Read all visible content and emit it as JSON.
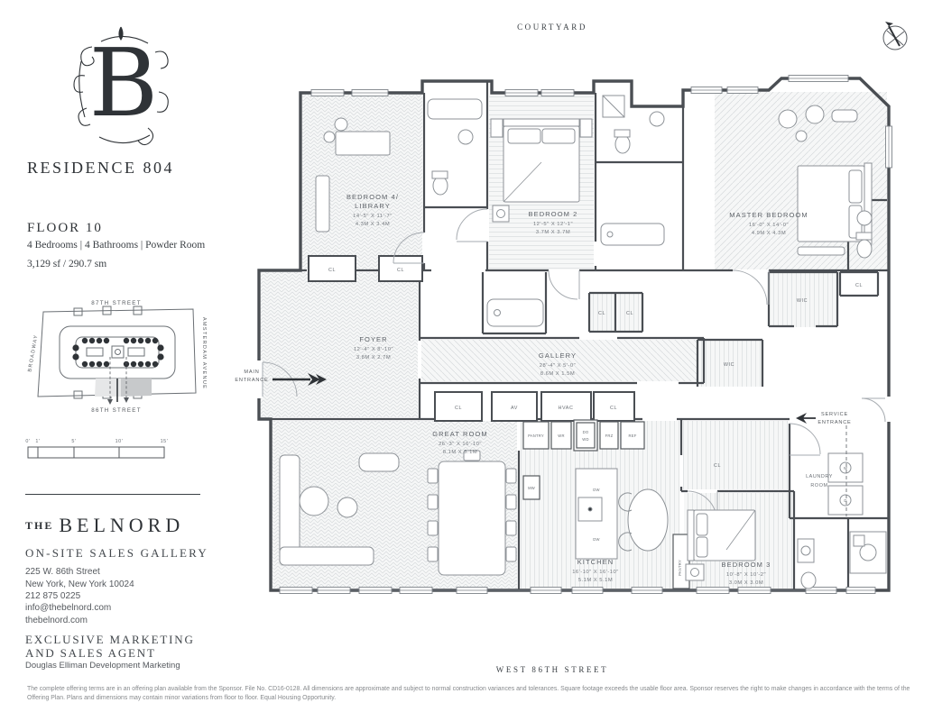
{
  "sidebar": {
    "logo_letter": "B",
    "residence_title": "RESIDENCE 804",
    "floor_label": "FLOOR 10",
    "summary": "4 Bedrooms  |  4 Bathrooms  |  Powder Room",
    "area": "3,129 sf / 290.7 sm",
    "site_map": {
      "street_top": "87TH STREET",
      "street_bottom": "86TH STREET",
      "street_left": "BROADWAY",
      "street_right": "AMSTERDAM AVENUE"
    },
    "scale_bar": {
      "ticks": [
        "0'",
        "1'",
        "5'",
        "10'",
        "15'"
      ]
    },
    "brand": {
      "the": "THE",
      "name": "BELNORD"
    },
    "gallery_heading": "ON-SITE SALES GALLERY",
    "address": {
      "line1": "225 W. 86th Street",
      "line2": "New York, New York 10024",
      "line3": "212 875 0225"
    },
    "contact": {
      "line1": "info@thebelnord.com",
      "line2": "thebelnord.com"
    },
    "agent_heading": {
      "line1": "EXCLUSIVE MARKETING",
      "line2": "AND SALES AGENT"
    },
    "agent_name": "Douglas Elliman Development Marketing"
  },
  "plan": {
    "courtyard_label": "COURTYARD",
    "street_label": "WEST 86TH STREET",
    "entrances": {
      "main1": "MAIN",
      "main2": "ENTRANCE",
      "service1": "SERVICE",
      "service2": "ENTRANCE"
    },
    "rooms": {
      "bedroom4": {
        "name1": "BEDROOM 4/",
        "name2": "LIBRARY",
        "ft": "14'-5\" X 11'-7\"",
        "m": "4.3M X 3.4M"
      },
      "bedroom2": {
        "name1": "BEDROOM 2",
        "ft": "12'-5\" X 12'-1\"",
        "m": "3.7M X 3.7M"
      },
      "master": {
        "name1": "MASTER BEDROOM",
        "ft": "16'-0\" X 14'-0\"",
        "m": "4.9M X 4.3M"
      },
      "foyer": {
        "name1": "FOYER",
        "ft": "12'-4\" X 8'-10\"",
        "m": "3.8M X 2.7M"
      },
      "gallery": {
        "name1": "GALLERY",
        "ft": "28'-4\" X 5'-0\"",
        "m": "8.6M X 1.5M"
      },
      "great": {
        "name1": "GREAT ROOM",
        "ft": "26'-3\" X 16'-10\"",
        "m": "8.1M X 5.1M"
      },
      "kitchen": {
        "name1": "KITCHEN",
        "ft": "16'-10\" X 16'-10\"",
        "m": "5.1M X 5.1M"
      },
      "bedroom3": {
        "name1": "BEDROOM 3",
        "ft": "10'-8\" X 10'-2\"",
        "m": "3.0M X 3.0M"
      },
      "laundry": {
        "name1": "LAUNDRY",
        "name2": "ROOM"
      }
    },
    "tags": {
      "cl": "CL",
      "wic": "WIC",
      "av": "AV",
      "hvac": "HVAC",
      "pantry": "PANTRY",
      "wr": "WR",
      "do": "DO",
      "wd": "WD",
      "frz": "FRZ",
      "ref": "REF",
      "mw": "MW",
      "dw": "DW",
      "w": "W",
      "d": "D"
    }
  },
  "disclaimer": "The complete offering terms are in an offering plan available from the Sponsor. File No. CD16-0128. All dimensions are approximate and subject to normal construction variances and tolerances. Square footage exceeds the usable floor area. Sponsor reserves the right to make changes in accordance with the terms of the Offering Plan. Plans and dimensions may contain minor variations from floor to floor. Equal Housing Opportunity."
}
